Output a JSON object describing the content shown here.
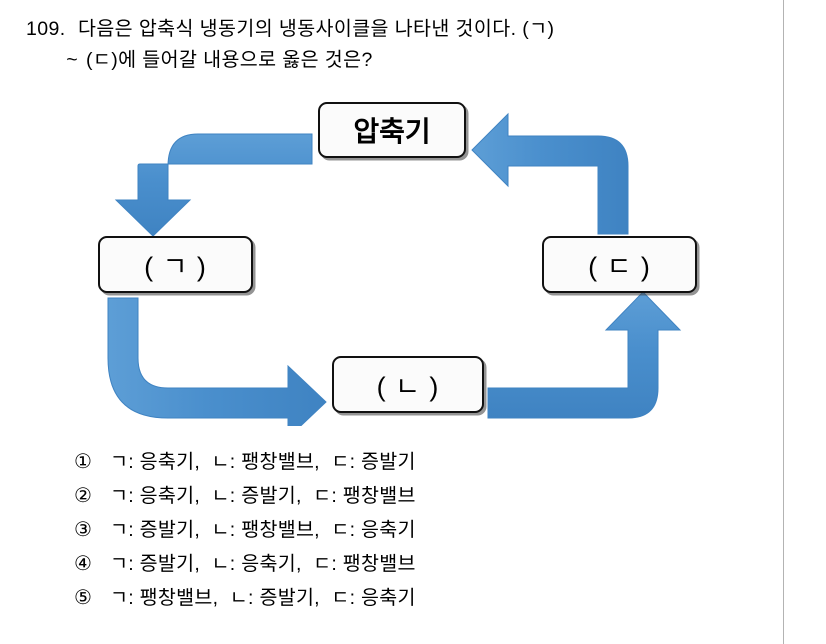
{
  "page": {
    "background": "#ffffff",
    "rule_color": "#b3b3b3",
    "arrow_color": "#4a8fcd",
    "arrow_edge_color": "#3d7fb8",
    "box_border_color": "#111111",
    "box_fill_color": "#fbfbfb"
  },
  "question": {
    "number": "109.",
    "line1": "다음은 압축식 냉동기의 냉동사이클을 나타낸 것이다. (ㄱ)",
    "continuation_marker": "~",
    "line2": "(ㄷ)에 들어갈 내용으로 옳은 것은?"
  },
  "diagram": {
    "type": "cycle",
    "nodes": [
      {
        "id": "compressor",
        "label": "압축기",
        "bold": true
      },
      {
        "id": "a",
        "label": "( ㄱ )",
        "bold": false
      },
      {
        "id": "b",
        "label": "( ㄴ )",
        "bold": false
      },
      {
        "id": "c",
        "label": "( ㄷ )",
        "bold": false
      }
    ],
    "flow": [
      {
        "from": "compressor",
        "to": "a",
        "shape": "bent-left-down"
      },
      {
        "from": "a",
        "to": "b",
        "shape": "bent-down-right"
      },
      {
        "from": "b",
        "to": "c",
        "shape": "bent-right-up"
      },
      {
        "from": "c",
        "to": "compressor",
        "shape": "bent-up-left"
      }
    ]
  },
  "choices": [
    {
      "marker": "①",
      "text": "ㄱ: 응축기,  ㄴ: 팽창밸브,  ㄷ: 증발기"
    },
    {
      "marker": "②",
      "text": "ㄱ: 응축기,  ㄴ: 증발기,  ㄷ: 팽창밸브"
    },
    {
      "marker": "③",
      "text": "ㄱ: 증발기,  ㄴ: 팽창밸브,  ㄷ: 응축기"
    },
    {
      "marker": "④",
      "text": "ㄱ: 증발기,  ㄴ: 응축기,  ㄷ: 팽창밸브"
    },
    {
      "marker": "⑤",
      "text": "ㄱ: 팽창밸브,  ㄴ: 증발기,  ㄷ: 응축기"
    }
  ]
}
